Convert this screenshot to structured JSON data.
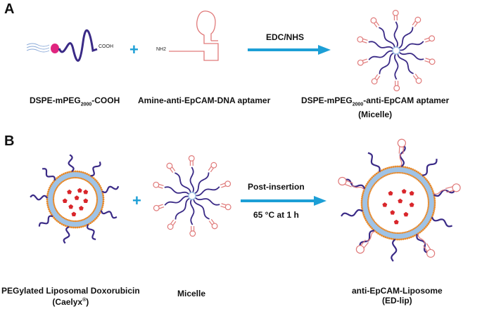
{
  "panels": {
    "a": "A",
    "b": "B"
  },
  "row_a": {
    "dspe_label": "DSPE-mPEG",
    "dspe_sub": "2000",
    "dspe_suffix": "-COOH",
    "cooh_tag": "COOH",
    "nh2_tag": "NH2",
    "aptamer_label": "Amine-anti-EpCAM-DNA aptamer",
    "arrow_text": "EDC/NHS",
    "product_prefix": "DSPE-mPEG",
    "product_sub": "2000",
    "product_suffix": "-anti-EpCAM aptamer",
    "product_line2": "(Micelle)"
  },
  "row_b": {
    "caelyx_line1": "PEGylated Liposomal Doxorubicin",
    "caelyx_line2": "(Caelyx",
    "caelyx_sup": "®",
    "caelyx_close": ")",
    "micelle_label": "Micelle",
    "arrow_top": "Post-insertion",
    "arrow_bottom": "65 °C at 1 h",
    "product_line1": "anti-EpCAM-Liposome",
    "product_line2": "(ED-lip)"
  },
  "plus_sign": "+",
  "colors": {
    "peg": "#3a2a86",
    "lipid_head": "#e8892a",
    "bilayer": "#9fc3e6",
    "core": "#ffffff",
    "drug": "#d9262b",
    "aptamer": "#e07a7a",
    "arrow": "#1c9fd6",
    "magenta": "#e0257f"
  }
}
